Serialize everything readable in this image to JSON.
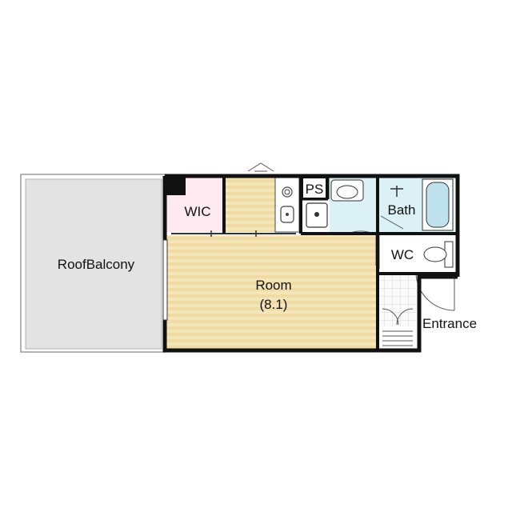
{
  "floor_plan": {
    "rooms": {
      "roof_balcony": "RoofBalcony",
      "wic": "WIC",
      "ps": "PS",
      "bath": "Bath",
      "wc": "WC",
      "room": "Room",
      "room_size": "(8.1)",
      "entrance": "Entrance"
    },
    "colors": {
      "wall": "#111111",
      "room_floor": "#f4e4b4",
      "room_floor_stripe": "#efd99b",
      "wic_floor": "#fce8ee",
      "bath_floor": "#dff3f6",
      "balcony_fill": "#e4e4e4",
      "balcony_border": "#a8a8a8"
    }
  }
}
